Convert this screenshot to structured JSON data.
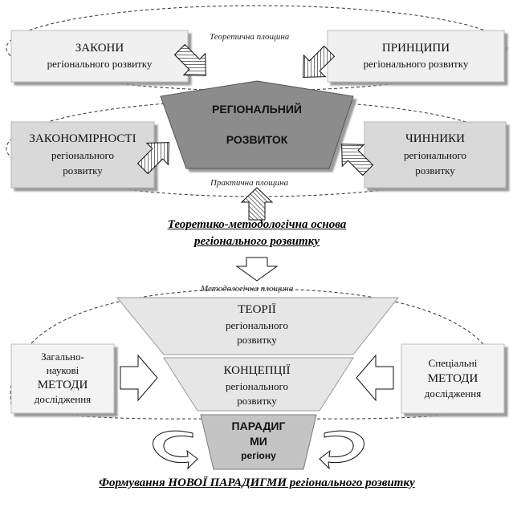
{
  "top_section": {
    "theoretical_plane": "Теоретична площина",
    "practical_plane": "Практична площина",
    "laws": {
      "title": "ЗАКОНИ",
      "subtitle": "регіонального розвитку"
    },
    "principles": {
      "title": "ПРИНЦИПИ",
      "subtitle": "регіонального розвитку"
    },
    "regularities": {
      "title": "ЗАКОНОМІРНОСТІ",
      "line2": "регіонального",
      "line3": "розвитку"
    },
    "factors": {
      "title": "ЧИННИКИ",
      "line2": "регіонального",
      "line3": "розвитку"
    },
    "center": {
      "line1": "РЕГІОНАЛЬНИЙ",
      "line2": "РОЗВИТОК"
    }
  },
  "middle_caption": {
    "line1": "Теоретико-методологічна основа",
    "line2": "регіонального розвитку"
  },
  "bottom_section": {
    "methodological_plane": "Методологічна площина",
    "theories": {
      "title": "ТЕОРІЇ",
      "line2": "регіонального",
      "line3": "розвитку"
    },
    "concepts": {
      "title": "КОНЦЕПЦІЇ",
      "line2": "регіонального",
      "line3": "розвитку"
    },
    "paradigms": {
      "line1": "ПАРАДИГ",
      "line2": "МИ",
      "line3": "регіону"
    },
    "general_methods": {
      "line1": "Загально-",
      "line2": "наукові",
      "line3": "МЕТОДИ",
      "line4": "дослідження"
    },
    "special_methods": {
      "line1": "Спеціальні",
      "line2": "МЕТОДИ",
      "line3": "дослідження"
    }
  },
  "bottom_caption": "Формування НОВОЇ ПАРАДИГМИ регіонального розвитку",
  "colors": {
    "light_box": "#f0f0f0",
    "mid_box": "#d9d9d9",
    "pentagon": "#8c8c8c",
    "funnel_top": "#e6e6e6",
    "funnel_mid": "#e6e6e6",
    "funnel_bottom": "#c4c4c4"
  }
}
